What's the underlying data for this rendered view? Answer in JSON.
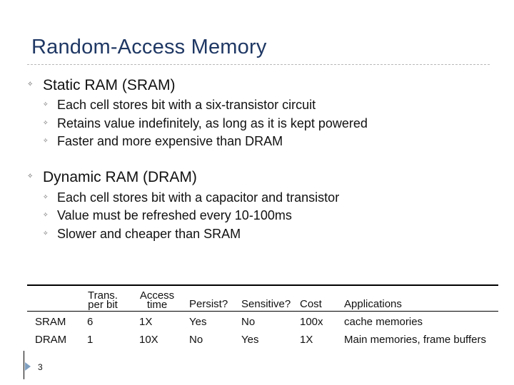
{
  "slide": {
    "title": "Random-Access Memory",
    "bullets": [
      {
        "text": "Static RAM (SRAM)",
        "subs": [
          "Each cell stores bit with a six-transistor circuit",
          "Retains value indefinitely, as long as it is kept powered",
          "Faster and more expensive than DRAM"
        ]
      },
      {
        "text": "Dynamic RAM (DRAM)",
        "subs": [
          "Each cell stores bit with a capacitor and transistor",
          "Value must be refreshed every 10-100ms",
          "Slower and cheaper than SRAM"
        ]
      }
    ],
    "bullet_icon": "bullet-icon",
    "page_number": "3"
  },
  "table": {
    "headers": {
      "trans_1": "Trans.",
      "trans_2": "per bit",
      "access_1": "Access",
      "access_2": "time",
      "persist": "Persist?",
      "sensitive": "Sensitive?",
      "cost": "Cost",
      "applications": "Applications"
    },
    "rows": [
      {
        "type": "SRAM",
        "trans": "6",
        "access": "1X",
        "persist": "Yes",
        "sensitive": "No",
        "cost": "100x",
        "applications": "cache memories"
      },
      {
        "type": "DRAM",
        "trans": "1",
        "access": "10X",
        "persist": "No",
        "sensitive": "Yes",
        "cost": "1X",
        "applications": "Main memories, frame buffers"
      }
    ]
  },
  "colors": {
    "title": "#1f3864",
    "footer_triangle": "#7f9fc0"
  }
}
